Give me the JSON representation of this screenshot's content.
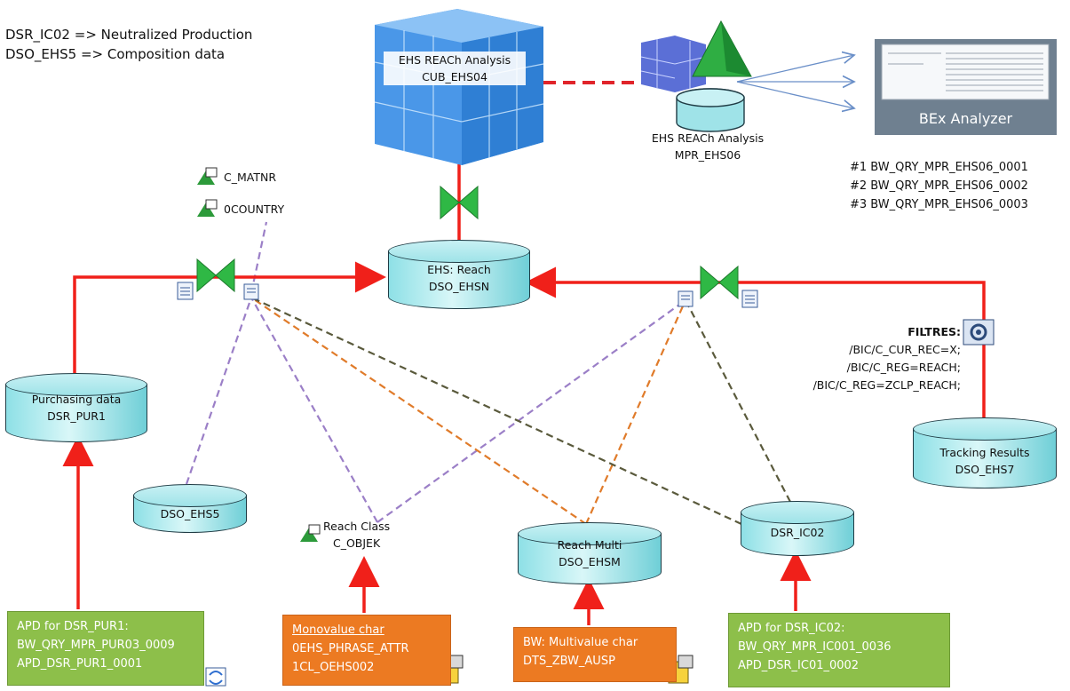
{
  "legend": {
    "line1": "DSR_IC02 => Neutralized Production",
    "line2": "DSO_EHS5 => Composition data"
  },
  "cube": {
    "title": "EHS REACh Analysis",
    "id": "CUB_EHS04"
  },
  "multiprovider": {
    "title": "EHS REACh Analysis",
    "id": "MPR_EHS06"
  },
  "bex": {
    "label": "BEx Analyzer"
  },
  "queries": [
    "#1 BW_QRY_MPR_EHS06_0001",
    "#2 BW_QRY_MPR_EHS06_0002",
    "#3 BW_QRY_MPR_EHS06_0003"
  ],
  "infoobjects": {
    "matnr": "C_MATNR",
    "country": "0COUNTRY",
    "reach_class_title": "Reach Class",
    "reach_class_id": "C_OBJEK"
  },
  "dso": {
    "reach": {
      "title": "EHS: Reach",
      "id": "DSO_EHSN"
    },
    "purchasing": {
      "title": "Purchasing data",
      "id": "DSR_PUR1"
    },
    "ehs5": {
      "id": "DSO_EHS5"
    },
    "multi": {
      "title": "Reach Multi",
      "id": "DSO_EHSM"
    },
    "ic02": {
      "id": "DSR_IC02"
    },
    "tracking": {
      "title": "Tracking Results",
      "id": "DSO_EHS7"
    }
  },
  "filters": {
    "title": "FILTRES:",
    "lines": [
      "/BIC/C_CUR_REC=X;",
      "/BIC/C_REG=REACH;",
      "/BIC/C_REG=ZCLP_REACH;"
    ]
  },
  "boxes": {
    "apd_pur1": [
      "APD for DSR_PUR1:",
      "BW_QRY_MPR_PUR03_0009",
      "APD_DSR_PUR1_0001"
    ],
    "monovalue": [
      "Monovalue char",
      "0EHS_PHRASE_ATTR",
      "1CL_OEHS002"
    ],
    "multivalue": [
      "BW: Multivalue char",
      "DTS_ZBW_AUSP"
    ],
    "apd_ic02": [
      "APD for DSR_IC02:",
      "BW_QRY_MPR_IC001_0036",
      "APD_DSR_IC01_0002"
    ]
  },
  "colors": {
    "flow_red": "#f0201a",
    "dash_purple": "#9b7fc7",
    "dash_orange": "#e07b2a",
    "dash_olive": "#5a5a3c",
    "cube_blue": "#3f8fe0",
    "green_box": "#8dbf4a",
    "orange_box": "#ec7a22"
  }
}
